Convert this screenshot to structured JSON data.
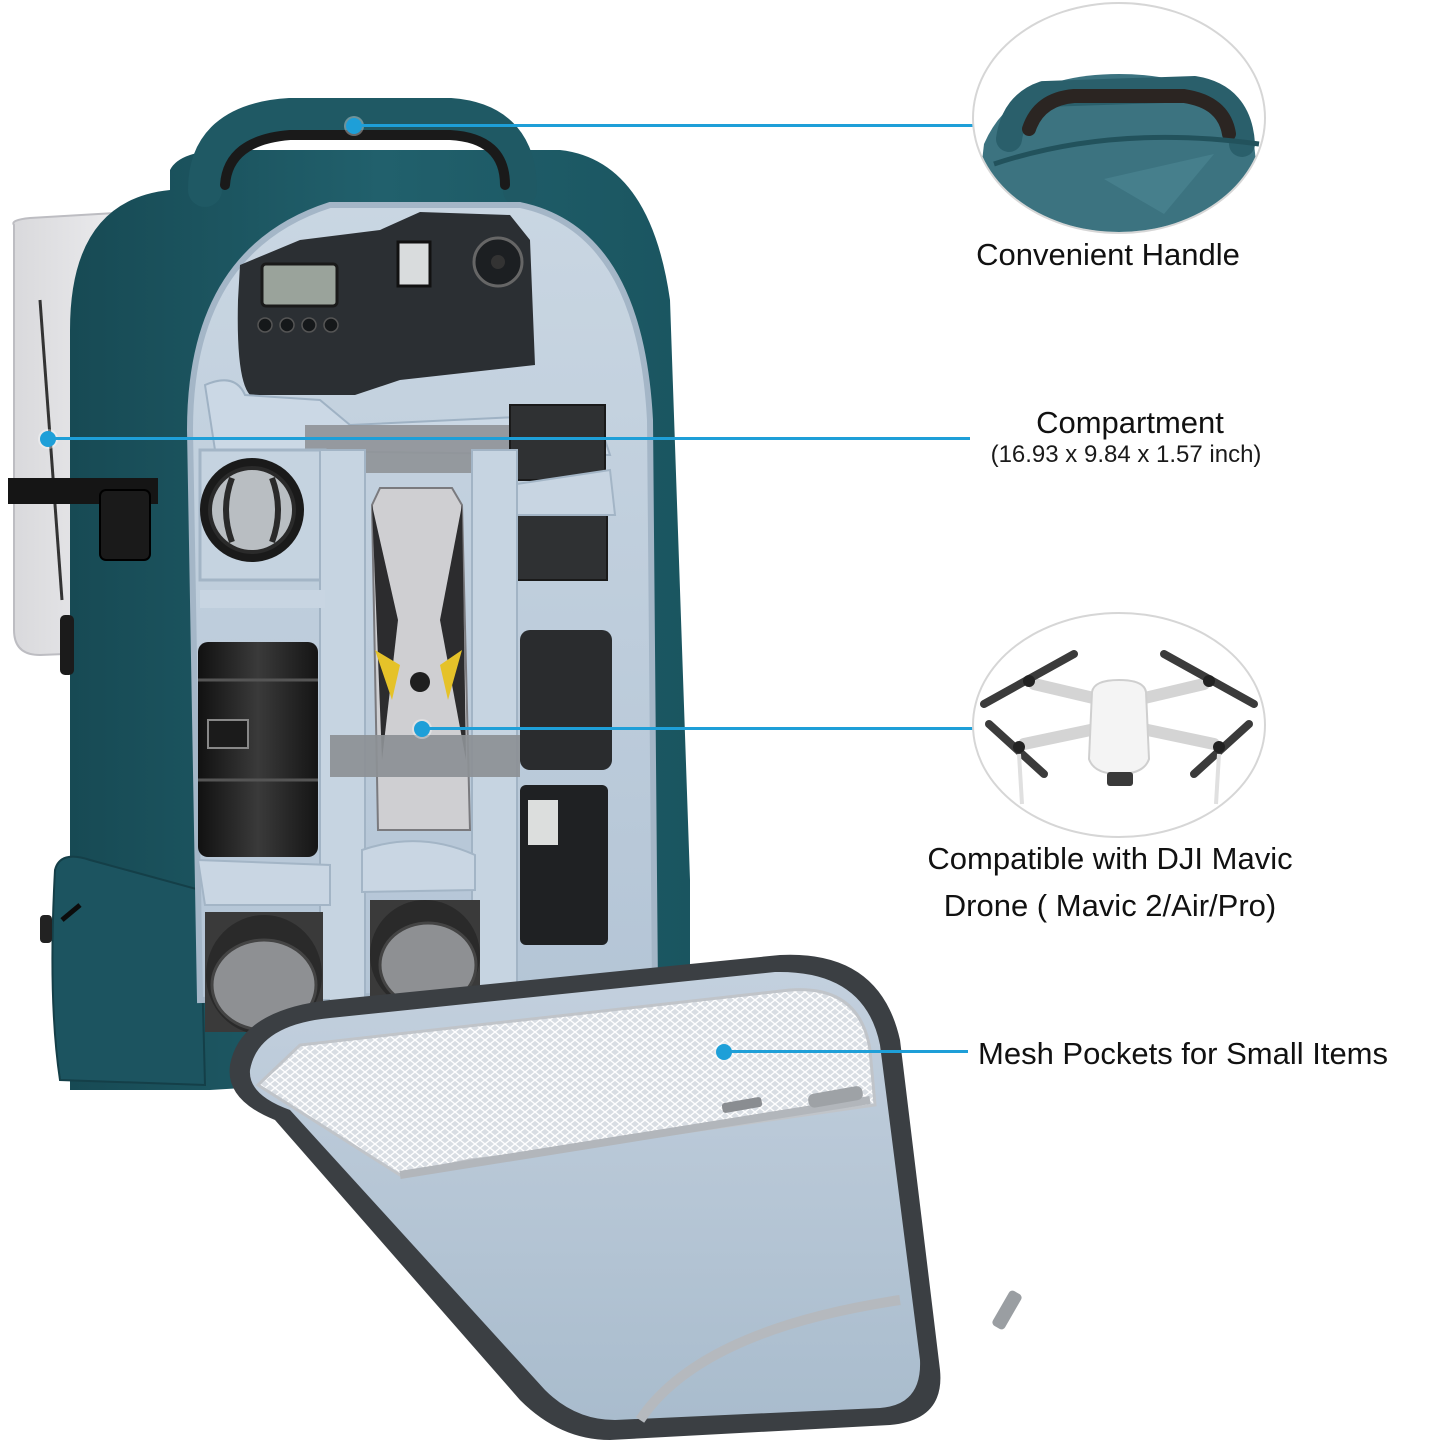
{
  "product": {
    "subject": "camera backpack with open front compartment",
    "colors": {
      "body_teal": "#1f5964",
      "lining": "#b9c9d9",
      "accent_line": "#1e9fd8",
      "text": "#111111"
    }
  },
  "callouts": [
    {
      "id": "handle",
      "label": "Convenient Handle",
      "icon": "handle-closeup-image"
    },
    {
      "id": "compartment",
      "label": "Compartment",
      "sublabel": "(16.93 x 9.84 x 1.57 inch)",
      "icon": "laptop-compartment"
    },
    {
      "id": "drone",
      "label_line1": "Compatible with DJI Mavic",
      "label_line2": "Drone ( Mavic 2/Air/Pro)",
      "icon": "drone-image"
    },
    {
      "id": "mesh",
      "label": "Mesh Pockets for Small Items",
      "icon": "mesh-pocket"
    }
  ]
}
